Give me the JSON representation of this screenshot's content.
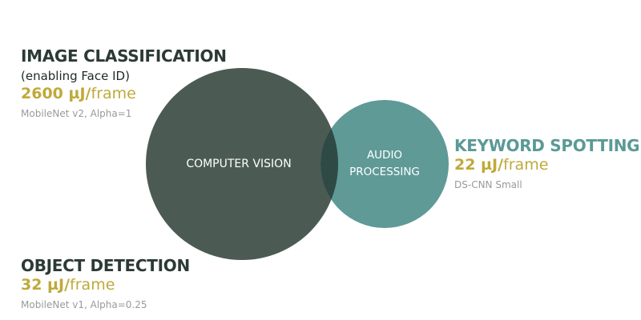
{
  "colors": {
    "dark_heading": "#2c3a34",
    "teal_heading": "#5a9a96",
    "accent_gold": "#bfa93a",
    "model_gray": "#9a9a9a",
    "cv_circle": "#4b5b54",
    "audio_circle": "#5f9a97",
    "overlap": "#2f4a45"
  },
  "venn": {
    "computer_vision_label": "COMPUTER VISION",
    "audio_label_line1": "AUDIO",
    "audio_label_line2": "PROCESSING"
  },
  "image_classification": {
    "title": "IMAGE CLASSIFICATION",
    "subtitle": "(enabling Face ID)",
    "energy_value": "2600 µJ/",
    "energy_unit": "frame",
    "model": "MobileNet v2, Alpha=1"
  },
  "keyword_spotting": {
    "title": "KEYWORD SPOTTING",
    "energy_value": "22 µJ/",
    "energy_unit": "frame",
    "model": "DS-CNN Small"
  },
  "object_detection": {
    "title": "OBJECT DETECTION",
    "energy_value": "32 µJ/",
    "energy_unit": "frame",
    "model": "MobileNet v1, Alpha=0.25"
  }
}
